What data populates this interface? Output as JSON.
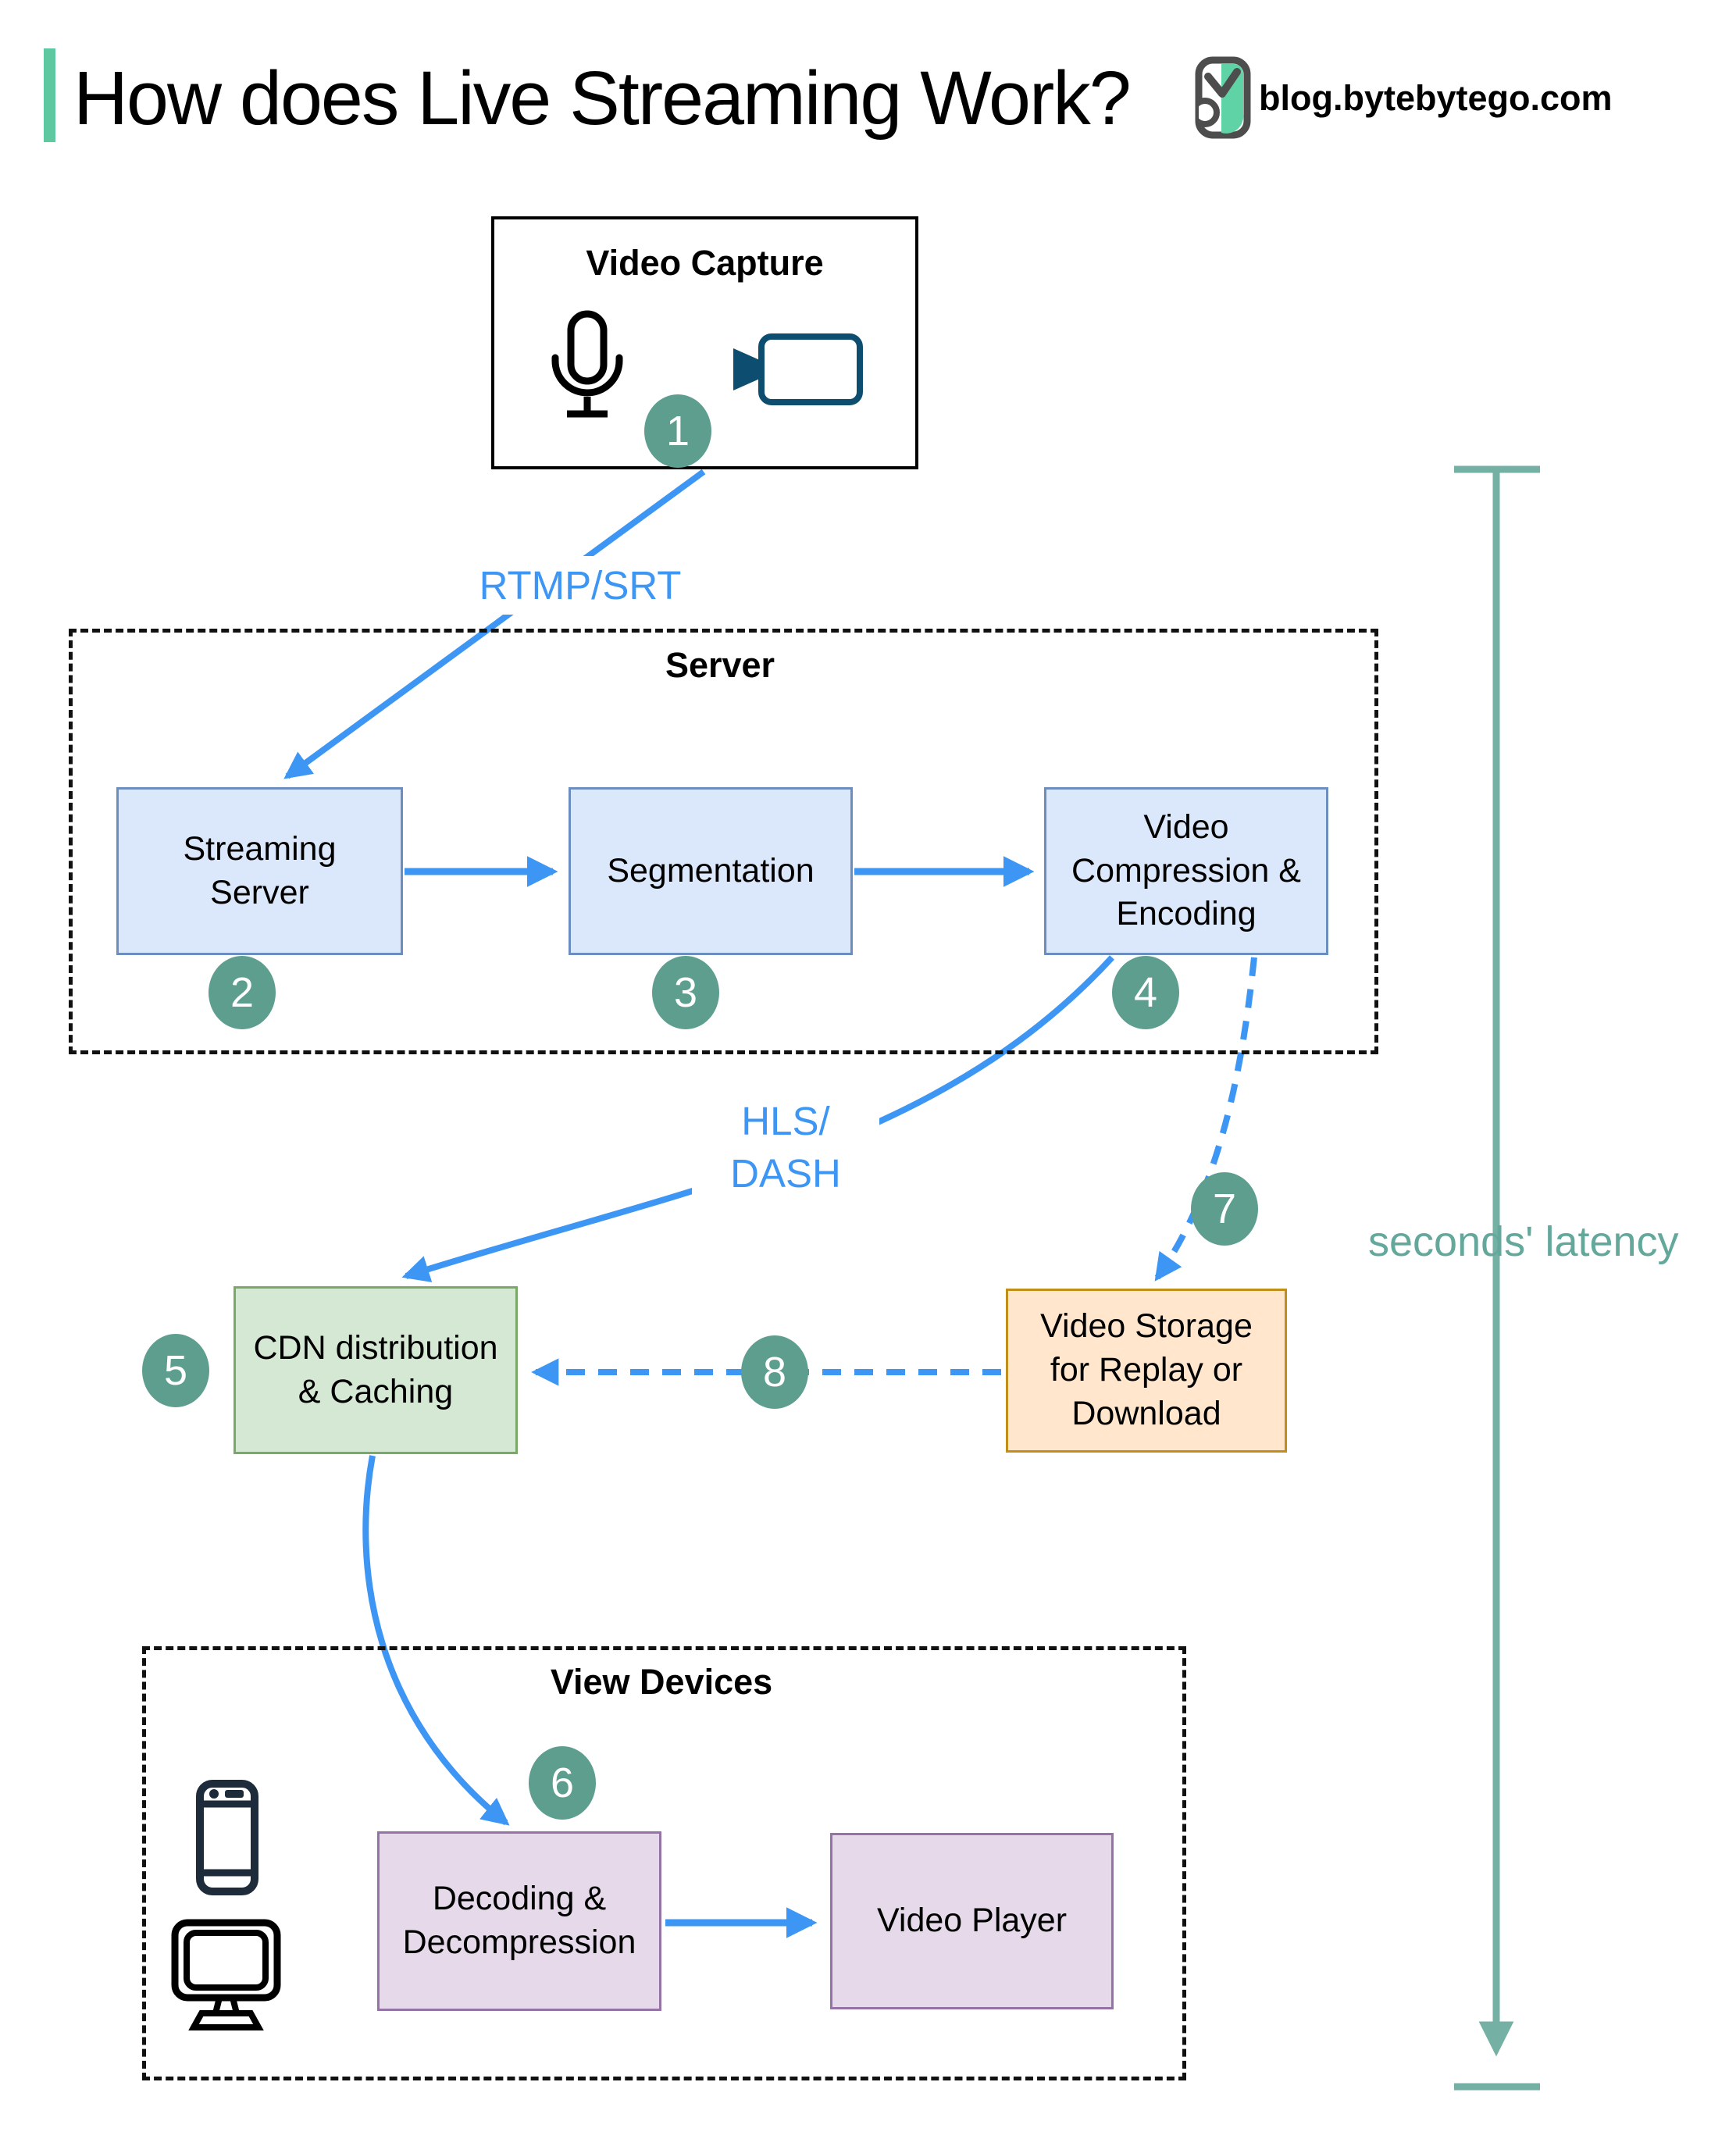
{
  "header": {
    "title": "How does Live Streaming Work?",
    "brand": "blog.bytebytego.com"
  },
  "groups": {
    "server": "Server",
    "view_devices": "View Devices"
  },
  "nodes": {
    "video_capture": "Video Capture",
    "streaming_server": "Streaming\nServer",
    "segmentation": "Segmentation",
    "video_compression": "Video\nCompression &\nEncoding",
    "cdn": "CDN distribution\n& Caching",
    "video_storage": "Video Storage\nfor Replay or\nDownload",
    "decoding": "Decoding &\nDecompression",
    "video_player": "Video Player"
  },
  "edge_labels": {
    "rtmp": "RTMP/SRT",
    "hls": "HLS/\nDASH",
    "latency": "seconds' latency"
  },
  "steps": [
    "1",
    "2",
    "3",
    "4",
    "5",
    "6",
    "7",
    "8"
  ],
  "icons": {
    "logo": "bytebytego-logo-icon",
    "microphone": "microphone-icon",
    "camera": "video-camera-icon",
    "phone": "smartphone-icon",
    "monitor": "monitor-icon"
  },
  "colors": {
    "accent_green": "#5ec9a0",
    "arrow_blue": "#3d96f4",
    "step_circle_teal": "#5d9e8f",
    "latency_teal": "#74b0a3",
    "node_blue_fill": "#dbe8fb",
    "node_blue_border": "#6c8ebf",
    "node_green_fill": "#d5e8d4",
    "node_green_border": "#7aa866",
    "node_orange_fill": "#ffe6cc",
    "node_orange_border": "#c28e1a",
    "node_purple_fill": "#e5d9ea",
    "node_purple_border": "#9673a6"
  }
}
